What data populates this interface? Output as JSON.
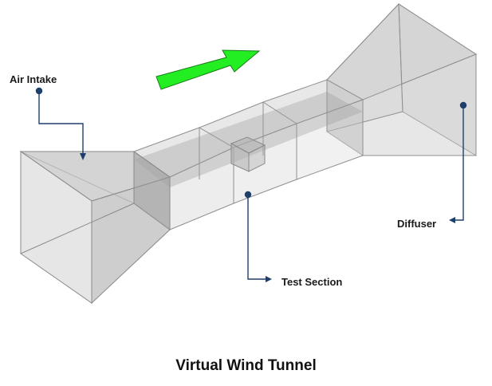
{
  "labels": {
    "air_intake": "Air Intake",
    "test_section": "Test Section",
    "diffuser": "Diffuser"
  },
  "caption": "Virtual Wind Tunnel",
  "colors": {
    "flow_arrow": "#22ee22",
    "callout": "#1f3f6b",
    "tunnel_face": "#c8c8c8",
    "tunnel_edge": "#8a8a8a"
  },
  "icons": {
    "flow_direction": "arrow-right-icon"
  }
}
